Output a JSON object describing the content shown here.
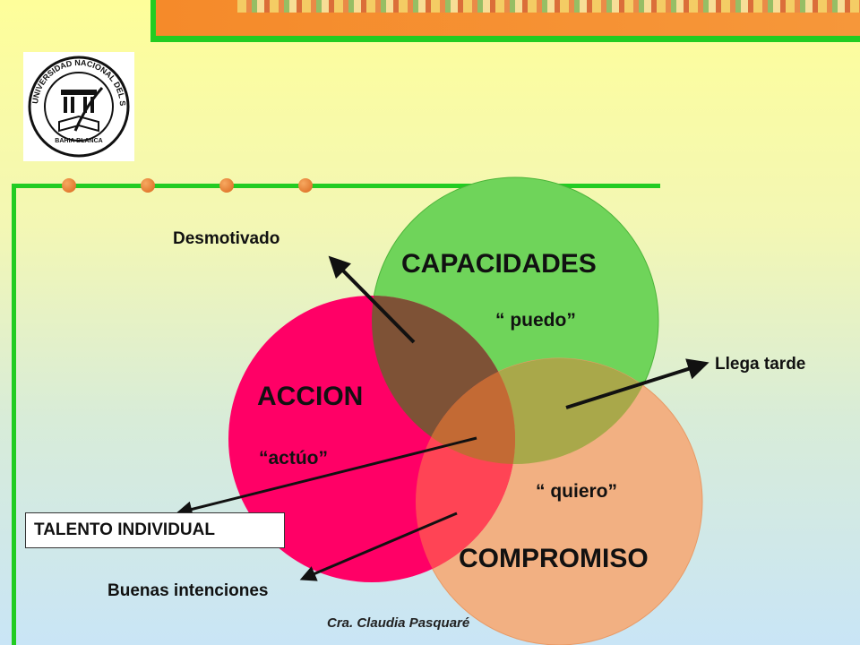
{
  "logo": {
    "ring_text": "UNIVERSIDAD NACIONAL DEL SUR",
    "bottom_text": "BAHIA BLANCA"
  },
  "diagram": {
    "capacidades": {
      "title": "CAPACIDADES",
      "quote": "“ puedo”",
      "color": "#6fd45a"
    },
    "accion": {
      "title": "ACCION",
      "quote": "“actúo”",
      "color": "#ff0066"
    },
    "compromiso": {
      "title": "COMPROMISO",
      "quote": "“ quiero”",
      "color": "#f2b082"
    },
    "labels": {
      "desmotivado": "Desmotivado",
      "llega_tarde": "Llega tarde",
      "talento": "TALENTO INDIVIDUAL",
      "buenas": "Buenas intenciones"
    }
  },
  "footer": "Cra. Claudia Pasquaré",
  "colors": {
    "accent_green": "#22cc22",
    "banner_orange": "#f58a2a"
  }
}
